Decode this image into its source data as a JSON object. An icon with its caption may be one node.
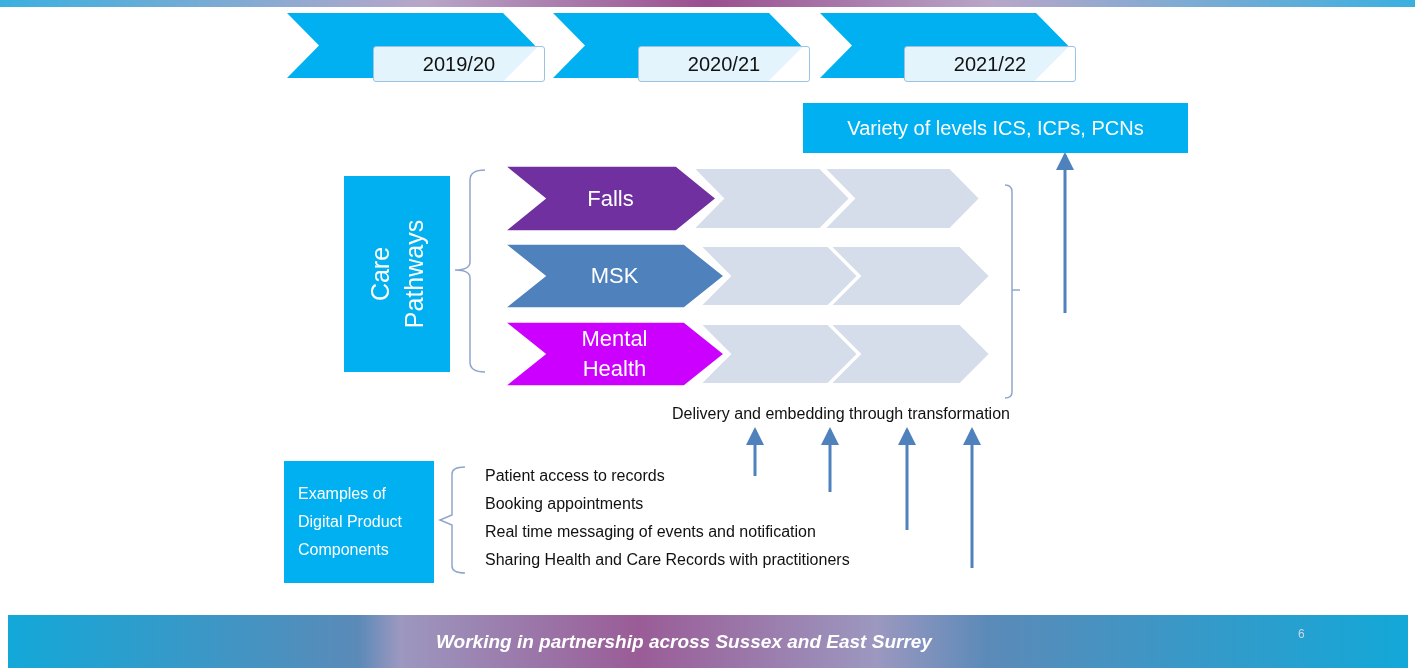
{
  "diagram": {
    "nodes": [
      {
        "text": [
          "2019/20"
        ]
      },
      {
        "text": [
          "2020/21"
        ]
      },
      {
        "text": [
          "2021/22"
        ]
      },
      {
        "text": [
          "Variety of levels ICS, ICPs, PCNs"
        ]
      },
      {
        "text": [
          "Care Pathways"
        ]
      },
      {
        "text": [
          "Falls"
        ]
      },
      {
        "text": [],
        "shape": "chevron"
      },
      {
        "text": [],
        "shape": "chevron"
      },
      {
        "text": [
          "MSK"
        ]
      },
      {
        "text": [],
        "shape": "chevron"
      },
      {
        "text": [],
        "shape": "chevron"
      },
      {
        "text": [
          "Mental Health"
        ]
      },
      {
        "text": [],
        "shape": "chevron"
      },
      {
        "text": [],
        "shape": "chevron"
      },
      {
        "text": [
          "Delivery and embedding through transformation"
        ]
      },
      {
        "text": [
          "Examples of Digital Product Components"
        ]
      },
      {
        "text": [
          "Patient access to records"
        ]
      },
      {
        "text": [
          "Booking appointments"
        ]
      },
      {
        "text": [
          "Real time messaging of events and notification"
        ]
      },
      {
        "text": [
          "Sharing Health and Care Records with practitioners"
        ]
      }
    ],
    "edges": [
      {
        "from": null,
        "to": 14,
        "arrow": "to"
      },
      {
        "from": null,
        "to": 14,
        "arrow": "to"
      },
      {
        "from": null,
        "to": 14,
        "arrow": "to"
      },
      {
        "from": null,
        "to": 14,
        "arrow": "to"
      },
      {
        "from": null,
        "to": 3,
        "arrow": "to"
      }
    ],
    "labels": [
      "Working in partnership across Sussex and East Surrey",
      "6"
    ]
  }
}
